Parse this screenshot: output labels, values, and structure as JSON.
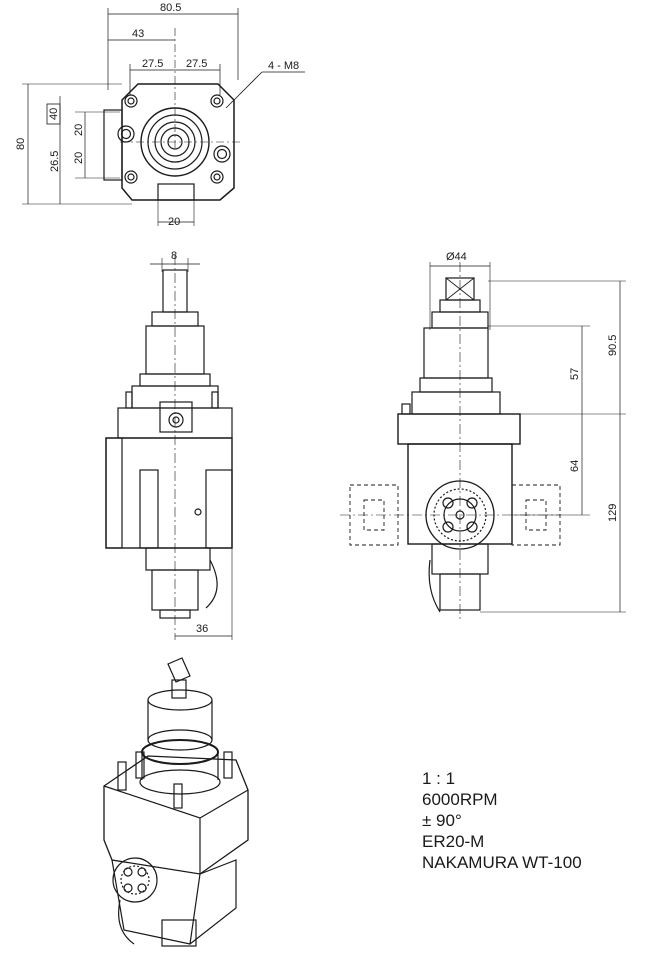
{
  "dimensions": {
    "top_width": "80.5",
    "top_offset": "43",
    "top_half_left": "27.5",
    "top_half_right": "27.5",
    "thread_callout": "4 - M8",
    "height_total": "80",
    "height_boxed": "40",
    "height_upper_20": "20",
    "height_lower_20": "20",
    "height_26_5": "26.5",
    "key_width": "20",
    "shaft_width": "8",
    "side_offset": "36",
    "diameter": "Ø44",
    "vert_57": "57",
    "vert_90_5": "90.5",
    "vert_64": "64",
    "vert_129": "129"
  },
  "specs": {
    "scale": "1 : 1",
    "speed": "6000RPM",
    "angle": "± 90°",
    "collet": "ER20-M",
    "machine": "NAKAMURA WT-100"
  }
}
